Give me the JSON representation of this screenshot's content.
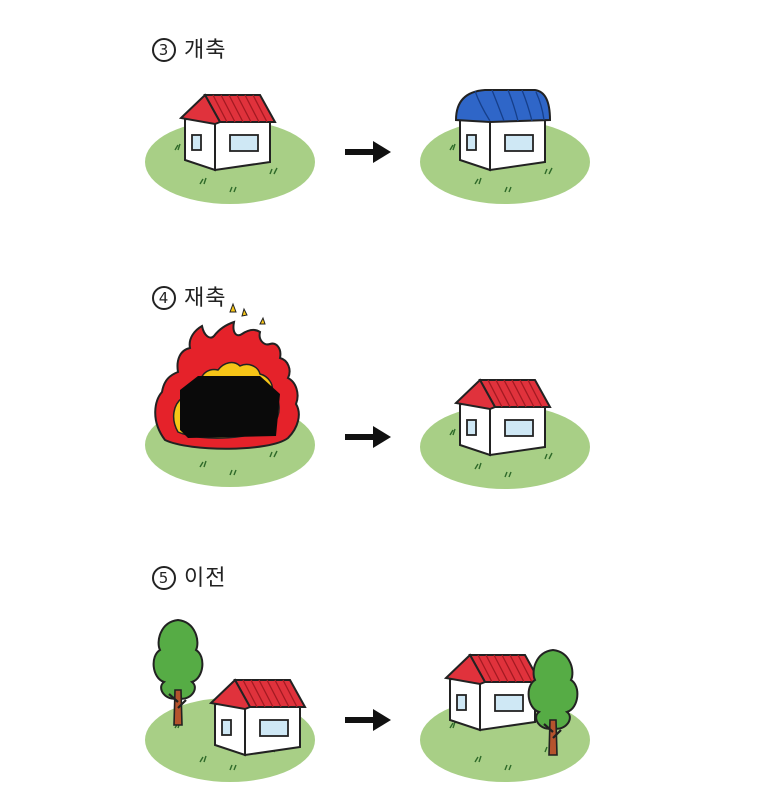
{
  "sections": [
    {
      "number": "3",
      "title": "개축"
    },
    {
      "number": "4",
      "title": "재축"
    },
    {
      "number": "5",
      "title": "이전"
    }
  ],
  "colors": {
    "ground": "#a8cf86",
    "roof_red": "#e0323c",
    "roof_blue": "#2f66c8",
    "wall": "#ffffff",
    "window": "#cfe8f5",
    "outline": "#222222",
    "fire_red": "#e5222a",
    "fire_yellow": "#f6c517",
    "tree_green": "#56ac45",
    "trunk": "#b5532d"
  },
  "icons": [
    "house-icon",
    "arrow-right-icon",
    "fire-icon",
    "tree-icon"
  ]
}
